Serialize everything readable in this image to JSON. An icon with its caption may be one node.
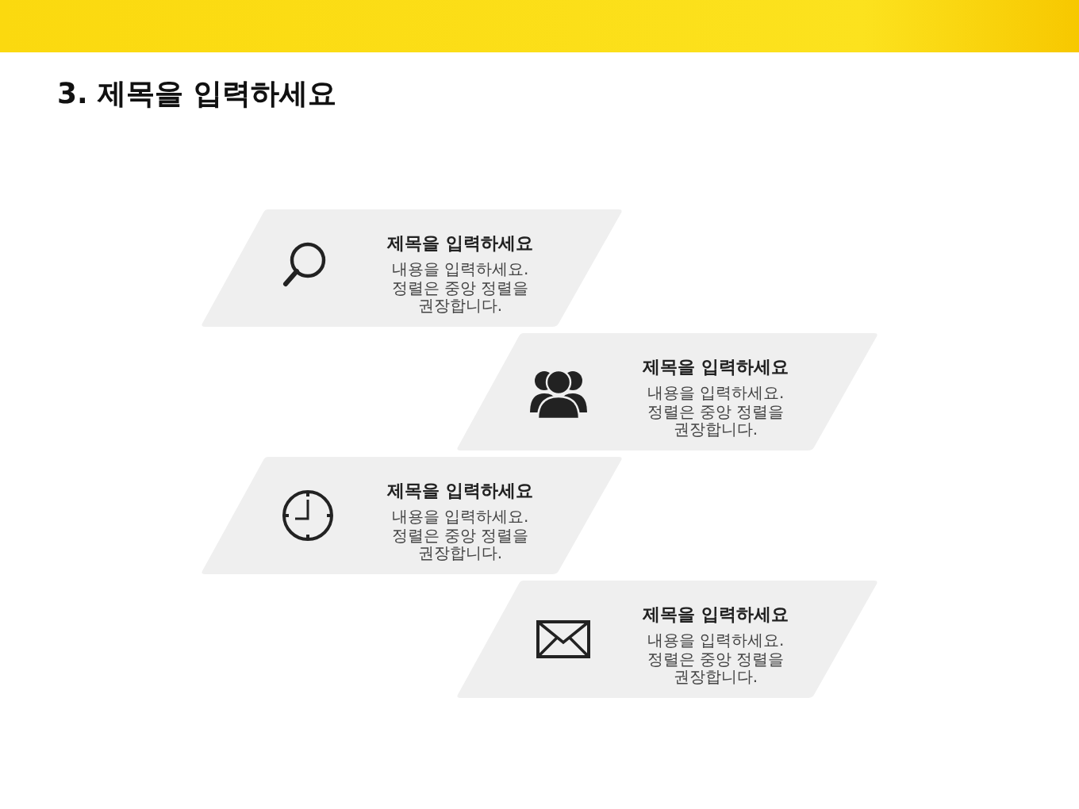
{
  "diagram": {
    "title": "3. 제목을 입력하세요",
    "nodes": [
      {
        "text": [
          "제목을 입력하세요",
          "내용을 입력하세요. 정렬은 중앙 정렬을 권장합니다."
        ]
      },
      {
        "text": [
          "제목을 입력하세요",
          "내용을 입력하세요. 정렬은 중앙 정렬을 권장합니다."
        ]
      },
      {
        "text": [
          "제목을 입력하세요",
          "내용을 입력하세요. 정렬은 중앙 정렬을 권장합니다."
        ]
      },
      {
        "text": [
          "제목을 입력하세요",
          "내용을 입력하세요. 정렬은 중앙 정렬을 권장합니다."
        ]
      }
    ]
  }
}
